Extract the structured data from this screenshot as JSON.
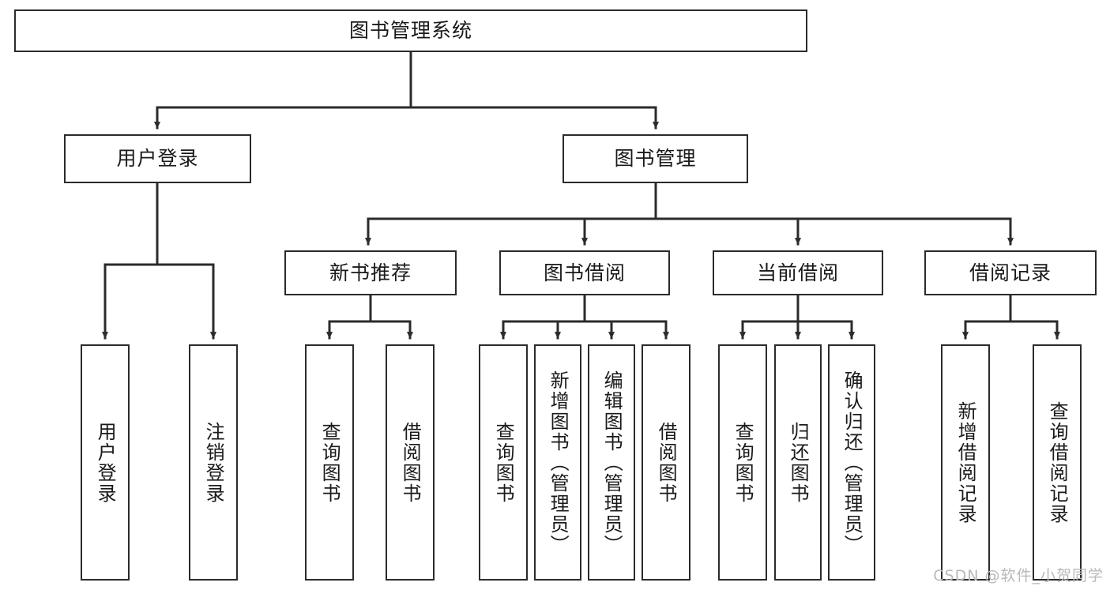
{
  "diagram": {
    "type": "tree-hierarchy-chart",
    "title": "图书管理系统",
    "orientation": "top-down",
    "colors": {
      "box_border": "#2b2b2b",
      "box_fill": "#ffffff",
      "connector": "#2b2b2b",
      "text": "#1a1a1a",
      "watermark": "#b9b9b9",
      "background": "#ffffff"
    },
    "levels": [
      {
        "level": 1,
        "nodes": [
          {
            "id": "root",
            "label": "图书管理系统",
            "orientation": "horizontal"
          }
        ]
      },
      {
        "level": 2,
        "nodes": [
          {
            "id": "user-login",
            "label": "用户登录",
            "orientation": "horizontal",
            "parent": "root"
          },
          {
            "id": "book-manage",
            "label": "图书管理",
            "orientation": "horizontal",
            "parent": "root"
          }
        ]
      },
      {
        "level": 3,
        "nodes": [
          {
            "id": "new-book-rec",
            "label": "新书推荐",
            "orientation": "horizontal",
            "parent": "book-manage"
          },
          {
            "id": "book-borrow",
            "label": "图书借阅",
            "orientation": "horizontal",
            "parent": "book-manage"
          },
          {
            "id": "current-borrow",
            "label": "当前借阅",
            "orientation": "horizontal",
            "parent": "book-manage"
          },
          {
            "id": "borrow-record",
            "label": "借阅记录",
            "orientation": "horizontal",
            "parent": "book-manage"
          }
        ]
      },
      {
        "level": 4,
        "nodes": [
          {
            "id": "leaf-user-login",
            "label": "用户登录",
            "orientation": "vertical",
            "parent": "user-login"
          },
          {
            "id": "leaf-user-logout",
            "label": "注销登录",
            "orientation": "vertical",
            "parent": "user-login"
          },
          {
            "id": "leaf-query-book-1",
            "label": "查询图书",
            "orientation": "vertical",
            "parent": "new-book-rec"
          },
          {
            "id": "leaf-borrow-book-1",
            "label": "借阅图书",
            "orientation": "vertical",
            "parent": "new-book-rec"
          },
          {
            "id": "leaf-query-book-2",
            "label": "查询图书",
            "orientation": "vertical",
            "parent": "book-borrow"
          },
          {
            "id": "leaf-add-book",
            "label": "新增图书（管理员）",
            "orientation": "vertical",
            "parent": "book-borrow"
          },
          {
            "id": "leaf-edit-book",
            "label": "编辑图书（管理员）",
            "orientation": "vertical",
            "parent": "book-borrow"
          },
          {
            "id": "leaf-borrow-book-2",
            "label": "借阅图书",
            "orientation": "vertical",
            "parent": "book-borrow"
          },
          {
            "id": "leaf-query-book-3",
            "label": "查询图书",
            "orientation": "vertical",
            "parent": "current-borrow"
          },
          {
            "id": "leaf-return-book",
            "label": "归还图书",
            "orientation": "vertical",
            "parent": "current-borrow"
          },
          {
            "id": "leaf-confirm-return",
            "label": "确认归还（管理员）",
            "orientation": "vertical",
            "parent": "current-borrow"
          },
          {
            "id": "leaf-add-record",
            "label": "新增借阅记录",
            "orientation": "vertical",
            "parent": "borrow-record"
          },
          {
            "id": "leaf-query-record",
            "label": "查询借阅记录",
            "orientation": "vertical",
            "parent": "borrow-record"
          }
        ]
      }
    ]
  },
  "watermark": {
    "text": "CSDN @软件_小贺同学"
  }
}
